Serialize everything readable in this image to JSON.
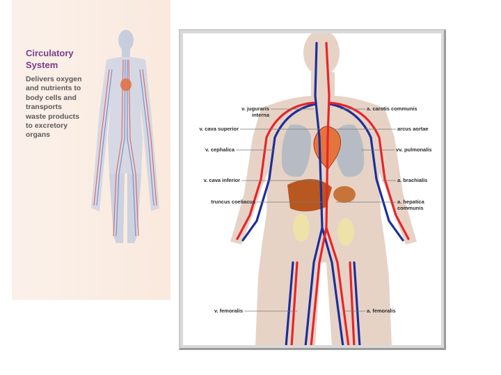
{
  "left_card": {
    "title_line1": "Circulatory",
    "title_line2": "System",
    "desc_lines": [
      "Delivers oxygen",
      "and nutrients to",
      "body cells and",
      "transports",
      "waste products",
      "to excretory",
      "organs"
    ]
  },
  "diagram": {
    "labels_left": [
      {
        "line1": "v. juguraris",
        "line2": "interna"
      },
      {
        "line1": "v. cava superior"
      },
      {
        "line1": "v. cephalica"
      },
      {
        "line1": "v. cava inferior"
      },
      {
        "line1": "truncus coeliacus"
      },
      {
        "line1": "v. femoralis"
      }
    ],
    "labels_right": [
      {
        "line1": "a. carotis communis"
      },
      {
        "line1": "arcus aortae"
      },
      {
        "line1": "vv. pulmonalis"
      },
      {
        "line1": "a. brachialis"
      },
      {
        "line1": "a. hepatica",
        "line2": "communis"
      },
      {
        "line1": "a. femoralis"
      }
    ]
  },
  "colors": {
    "artery": "#e8242a",
    "vein": "#1c2f9a",
    "skin": "#e6d3c6",
    "lungs": "#b7bcc4",
    "heart": "#e5743c",
    "liver": "#b8571f",
    "title": "#7a3a8a"
  }
}
